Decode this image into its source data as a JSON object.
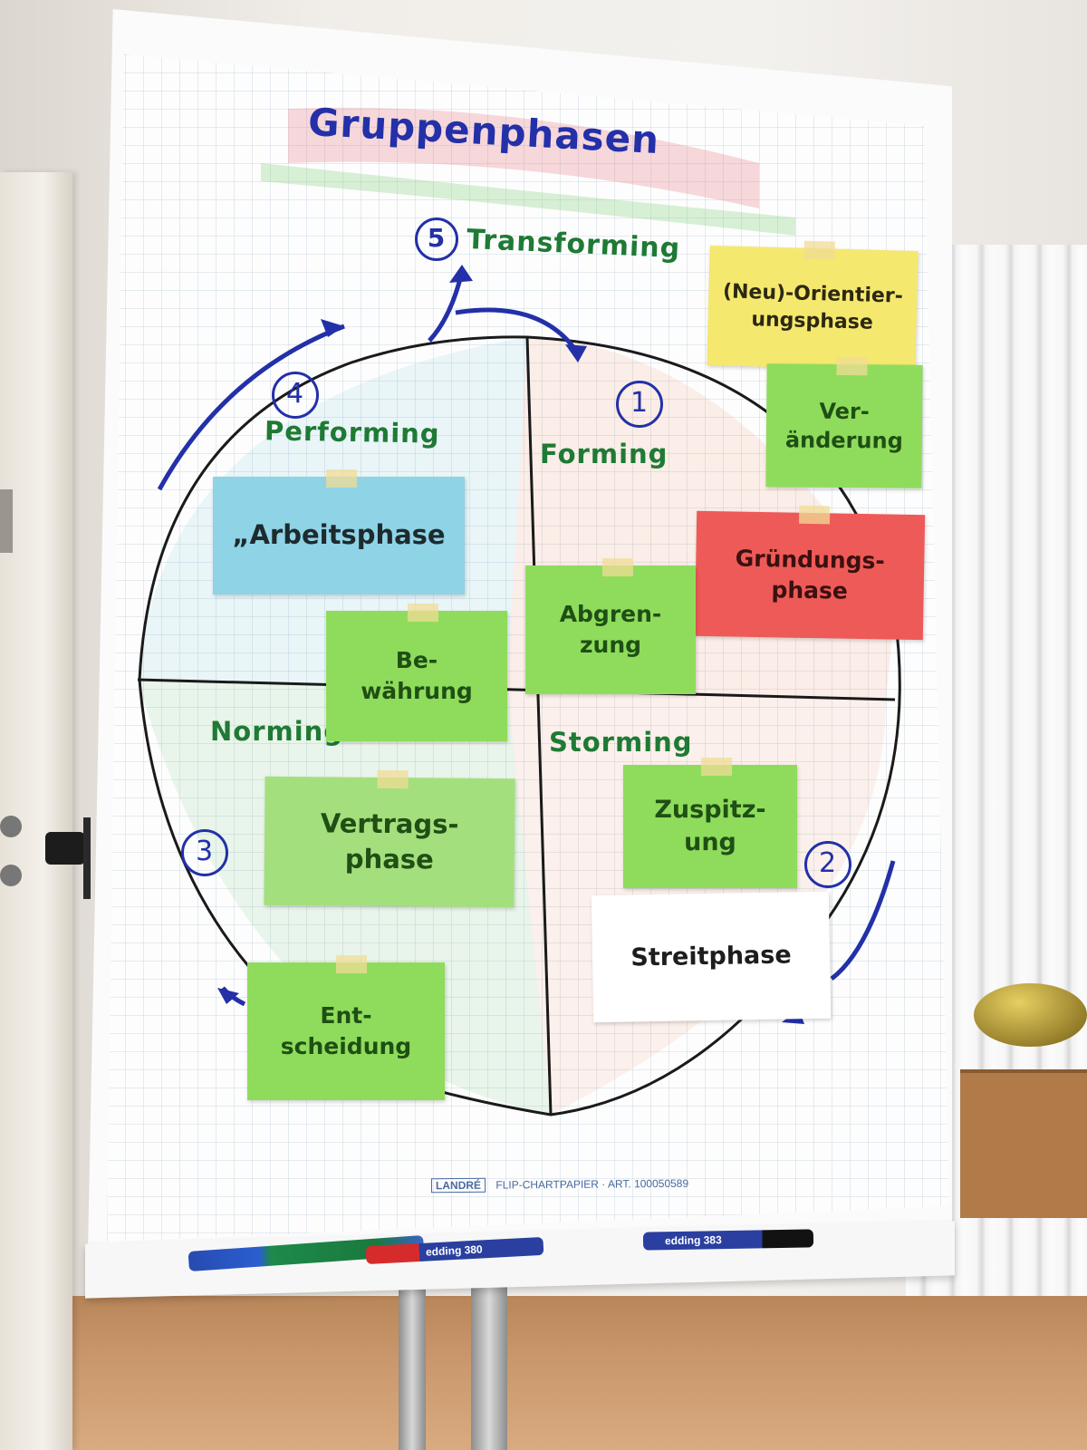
{
  "chart": {
    "title": "Gruppenphasen",
    "phase5": {
      "number": "5",
      "label": "Transforming"
    },
    "quadrants": {
      "forming": {
        "number": "1",
        "label": "Forming"
      },
      "storming": {
        "number": "2",
        "label": "Storming"
      },
      "norming": {
        "number": "3",
        "label": "Norming"
      },
      "performing": {
        "number": "4",
        "label": "Performing"
      }
    }
  },
  "notes": {
    "neu_orientierung": {
      "line1": "(Neu)-Orientier-",
      "line2": "ungsphase",
      "color": "#f5e86e"
    },
    "veraenderung": {
      "line1": "Ver-",
      "line2": "änderung",
      "color": "#8fdc5c"
    },
    "gruendungsphase": {
      "line1": "Gründungs-",
      "line2": "phase",
      "color": "#ee5a57"
    },
    "abgrenzung": {
      "line1": "Abgren-",
      "line2": "zung",
      "color": "#8fdc5c"
    },
    "arbeitsphase": {
      "line1": "„Arbeitsphase",
      "color": "#8fd3e6"
    },
    "bewaehrung": {
      "line1": "Be-",
      "line2": "währung",
      "color": "#8fdc5c"
    },
    "vertragsphase": {
      "line1": "Vertrags-",
      "line2": "phase",
      "color": "#a4df7e"
    },
    "zuspitzung": {
      "line1": "Zuspitz-",
      "line2": "ung",
      "color": "#8fdc5c"
    },
    "streitphase": {
      "line1": "Streitphase",
      "color": "#ffffff"
    },
    "entscheidung": {
      "line1": "Ent-",
      "line2": "scheidung",
      "color": "#8fdc5c"
    }
  },
  "paper_imprint": {
    "brand": "LANDRÉ",
    "text": "FLIP-CHARTPAPIER · ART. 100050589"
  },
  "markers": {
    "red": "edding 380",
    "black": "edding 383"
  },
  "colors": {
    "ink_blue": "#2330a8",
    "ink_green": "#1e7a34",
    "ink_black": "#1a1a1a"
  }
}
